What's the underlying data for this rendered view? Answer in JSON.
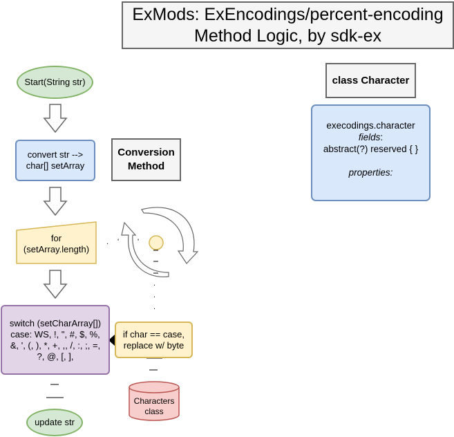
{
  "title": {
    "line1": "ExMods: ExEncodings/percent-encoding",
    "line2": "Method Logic, by sdk-ex"
  },
  "class_label": "class Character",
  "class_box": {
    "line1": "execodings.character",
    "fields_label": "fields",
    "fields_suffix": ":",
    "line3": "abstract(?) reserved { }",
    "properties_label": "properties:"
  },
  "flow": {
    "start": "Start(String str)",
    "convert_line1": "convert str -->",
    "convert_line2": "char[] setArray",
    "conversion_label_line1": "Conversion",
    "conversion_label_line2": "Method",
    "for_line1": "for",
    "for_line2": "(setArray.length)",
    "switch_text": "switch (setCharArray[]) case: WS, !, \", #, $, %, &, ', (, ), *, +, ,, /, :, ;, =, ?, @, [, ],",
    "ifchar_line1": "if char ==  case,",
    "ifchar_line2": "replace w/ byte",
    "characters_line1": "Characters",
    "characters_line2": "class",
    "update": "update str"
  },
  "colors": {
    "green_fill": "#d5e8d4",
    "green_stroke": "#82b366",
    "blue_fill": "#dae8fc",
    "blue_stroke": "#6c8ebf",
    "yellow_fill": "#fff2cc",
    "yellow_stroke": "#d6b656",
    "purple_fill": "#e1d5e7",
    "purple_stroke": "#9673a6",
    "red_fill": "#f8cecc",
    "red_stroke": "#b85450",
    "gray_fill": "#f5f5f5",
    "gray_stroke": "#666666"
  }
}
